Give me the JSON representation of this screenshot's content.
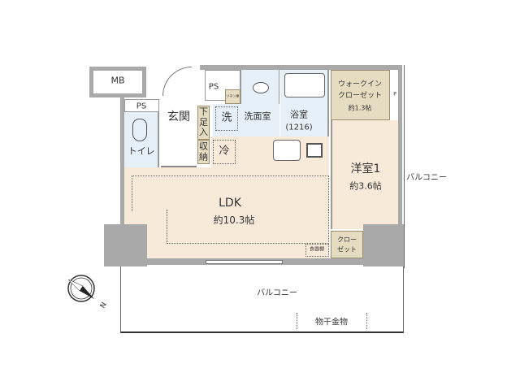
{
  "rooms": {
    "mb": "MB",
    "ps_left": "PS",
    "ps_top": "PS",
    "toilet": "トイレ",
    "entrance": "玄関",
    "shoe_storage": "下足入",
    "storage": "収納",
    "linen": "リネン庫",
    "washer": "洗",
    "washroom": "洗面室",
    "fridge": "冷",
    "bath": "浴室",
    "bath_size": "(1216)",
    "wic_line1": "ウォークイン",
    "wic_line2": "クローゼット",
    "wic_size": "約1.3帖",
    "p_label": "P",
    "bedroom": "洋室1",
    "bedroom_size": "約3.6帖",
    "ldk": "LDK",
    "ldk_size": "約10.3帖",
    "cupboard": "食器棚",
    "closet_line1": "クロー",
    "closet_line2": "ゼット",
    "balcony_side": "バルコニー",
    "balcony_main": "バルコニー",
    "drying_rack": "物干金物"
  },
  "compass": {
    "label": "N",
    "icon": "compass-icon"
  },
  "colors": {
    "wet_area": "#e6f0f8",
    "living": "#f7ead9",
    "storage": "#e6dcc2",
    "wall": "#a9a9a9"
  }
}
